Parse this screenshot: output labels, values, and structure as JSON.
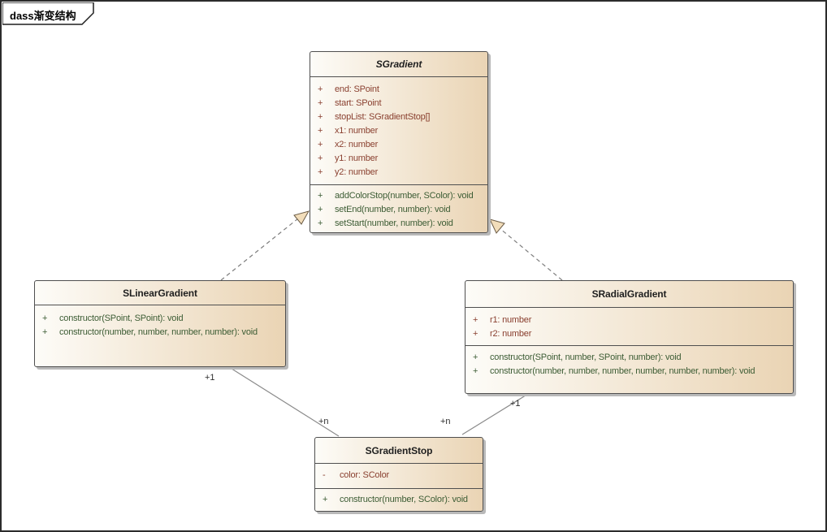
{
  "frame": {
    "title": "dass渐变结构"
  },
  "colors": {
    "box_fill_left": "#fdfcf8",
    "box_fill_right": "#ead4b4",
    "box_border": "#4f4f4f",
    "attribute_text": "#8a4030",
    "method_text": "#3c5c34",
    "connector_line": "#7f7f7f",
    "arrow_fill": "#f2ddba"
  },
  "classes": {
    "sgradient": {
      "name": "SGradient",
      "attributes": [
        {
          "vis": "+",
          "text": "end: SPoint"
        },
        {
          "vis": "+",
          "text": "start: SPoint"
        },
        {
          "vis": "+",
          "text": "stopList: SGradientStop[]"
        },
        {
          "vis": "+",
          "text": "x1: number"
        },
        {
          "vis": "+",
          "text": "x2: number"
        },
        {
          "vis": "+",
          "text": "y1: number"
        },
        {
          "vis": "+",
          "text": "y2: number"
        }
      ],
      "methods": [
        {
          "vis": "+",
          "text": "addColorStop(number, SColor): void"
        },
        {
          "vis": "+",
          "text": "setEnd(number, number): void"
        },
        {
          "vis": "+",
          "text": "setStart(number, number): void"
        }
      ]
    },
    "slineargradient": {
      "name": "SLinearGradient",
      "methods": [
        {
          "vis": "+",
          "text": "constructor(SPoint, SPoint): void"
        },
        {
          "vis": "+",
          "text": "constructor(number, number, number, number): void"
        }
      ]
    },
    "sradialgradient": {
      "name": "SRadialGradient",
      "attributes": [
        {
          "vis": "+",
          "text": "r1: number"
        },
        {
          "vis": "+",
          "text": "r2: number"
        }
      ],
      "methods": [
        {
          "vis": "+",
          "text": "constructor(SPoint, number, SPoint, number): void"
        },
        {
          "vis": "+",
          "text": "constructor(number, number, number, number, number, number): void"
        }
      ]
    },
    "sgradientstop": {
      "name": "SGradientStop",
      "attributes": [
        {
          "vis": "-",
          "text": "color: SColor"
        }
      ],
      "methods": [
        {
          "vis": "+",
          "text": "constructor(number, SColor): void"
        }
      ]
    }
  },
  "connectors": {
    "labels": {
      "linear_source": "+1",
      "linear_target": "+n",
      "radial_target": "+n",
      "radial_source": "+1"
    }
  }
}
